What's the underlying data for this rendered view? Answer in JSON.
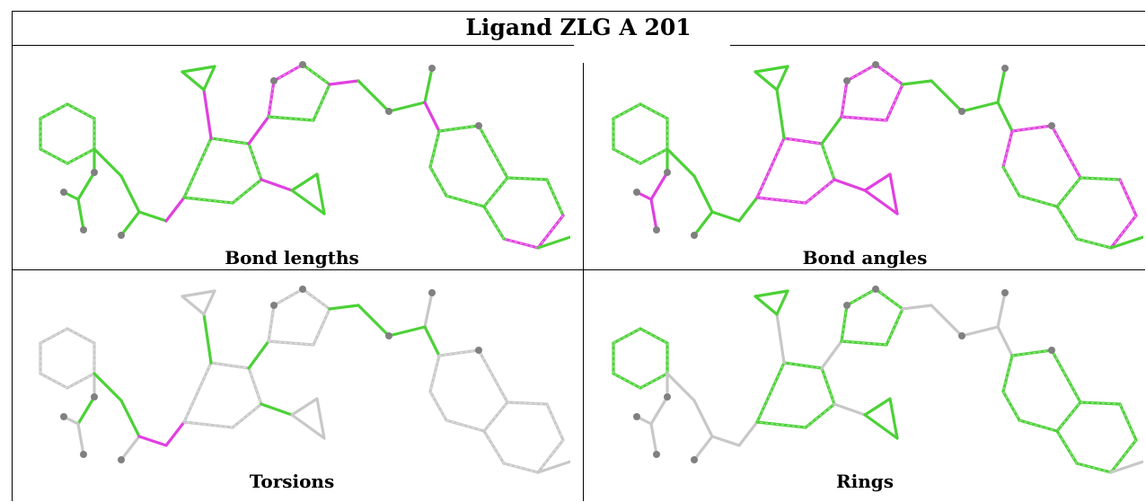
{
  "title": "Ligand ZLG A 201",
  "panels": [
    {
      "id": "lengths",
      "caption": "Bond lengths"
    },
    {
      "id": "angles",
      "caption": "Bond angles"
    },
    {
      "id": "torsions",
      "caption": "Torsions"
    },
    {
      "id": "rings",
      "caption": "Rings"
    }
  ],
  "colors": {
    "good": "#4cd137",
    "outlier": "#e040e0",
    "neutral": "#c8c8c8",
    "atom": "#808080"
  }
}
